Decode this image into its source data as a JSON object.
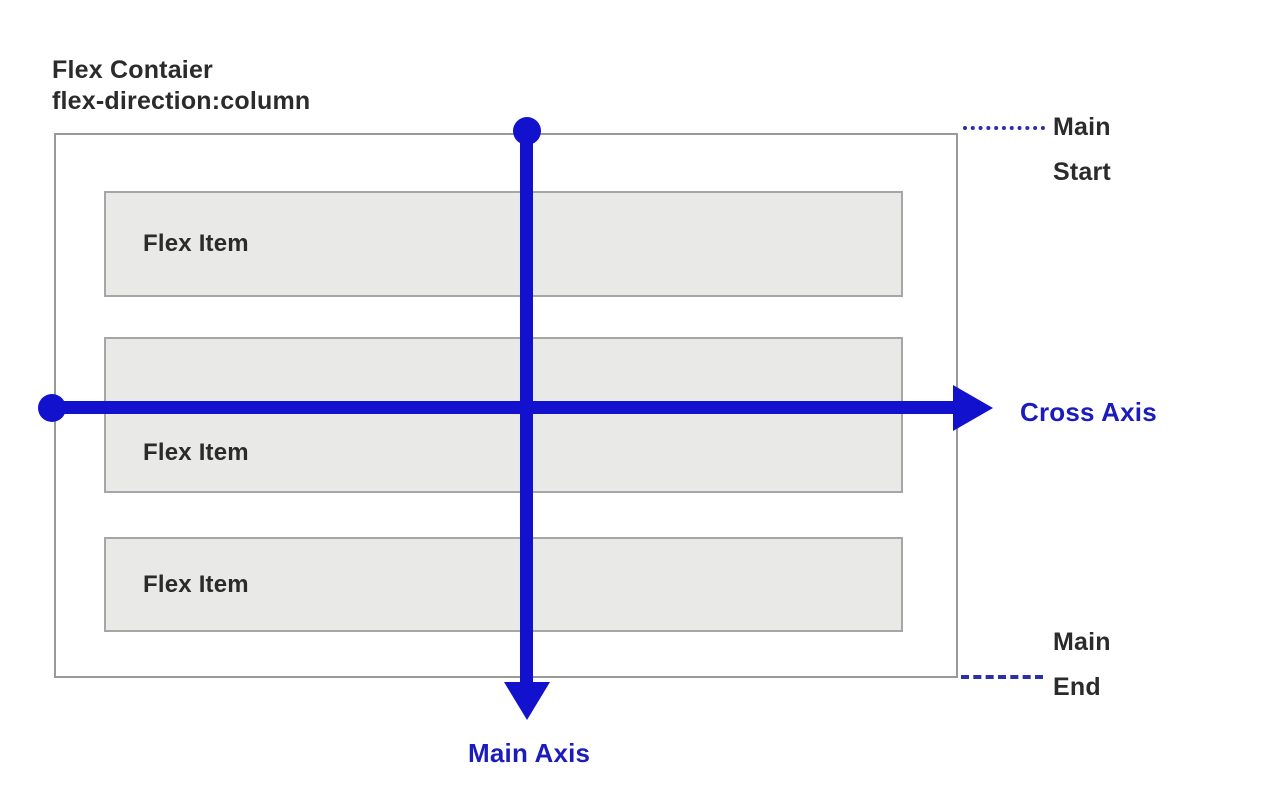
{
  "diagram": {
    "title": {
      "line1": "Flex Contaier",
      "line2": "flex-direction:column"
    },
    "items": [
      {
        "label": "Flex Item"
      },
      {
        "label": "Flex Item"
      },
      {
        "label": "Flex Item"
      }
    ],
    "labels": {
      "main_start": {
        "line1": "Main",
        "line2": "Start"
      },
      "main_end": {
        "line1": "Main",
        "line2": "End"
      },
      "cross_axis": "Cross Axis",
      "main_axis": "Main Axis"
    },
    "colors": {
      "arrow_blue": "#1212CE",
      "axis_label_blue": "#1B1BBE",
      "leader_line_blue": "#2B2FA8",
      "container_border_gray": "#999999",
      "item_border_gray": "#A6A6A6",
      "item_fill_gray": "#E9E9E7",
      "text_dark": "#2B2B2B",
      "background": "#FFFFFF"
    }
  }
}
